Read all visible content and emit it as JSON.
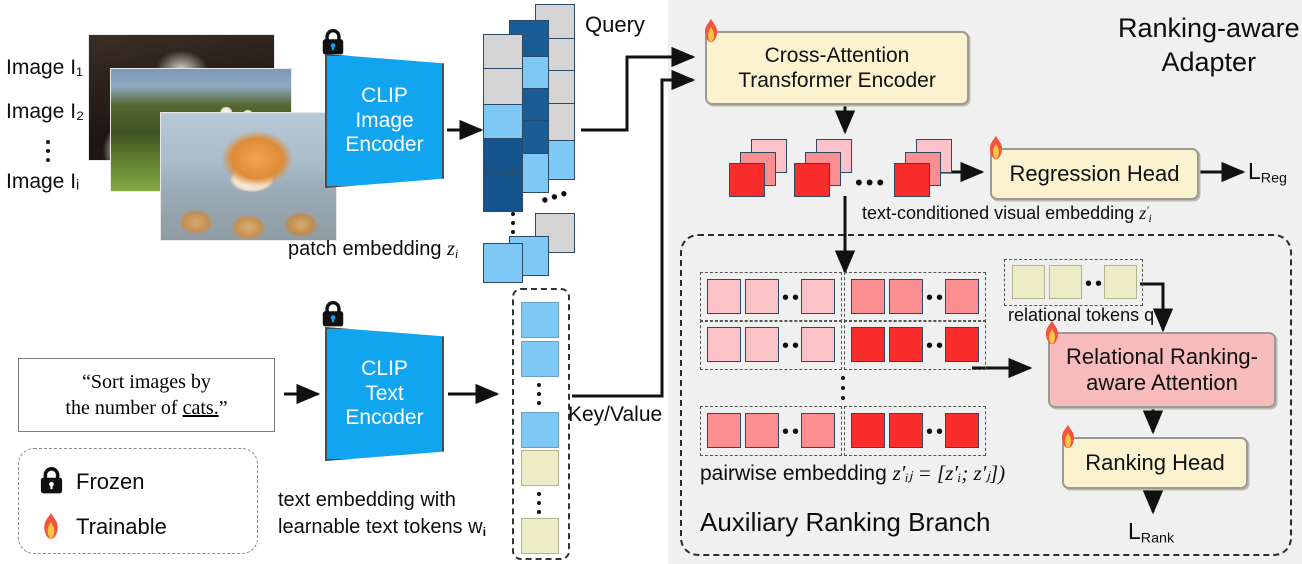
{
  "left_inputs": {
    "image_labels": [
      "Image I₁",
      "Image I₂",
      "Image Iᵢ"
    ],
    "vdots": "⋮"
  },
  "encoders": {
    "image_encoder": "CLIP\nImage\nEncoder",
    "image_encoder_lines": [
      "CLIP",
      "Image",
      "Encoder"
    ],
    "text_encoder_lines": [
      "CLIP",
      "Text",
      "Encoder"
    ]
  },
  "labels": {
    "patch_embedding": "patch embedding",
    "patch_embedding_sym": "z",
    "patch_embedding_sub": "i",
    "query": "Query",
    "key_value": "Key/Value",
    "text_embedding_line1": "text embedding with",
    "text_embedding_line2": "learnable text tokens w",
    "text_embedding_sub": "i",
    "text_cond_prefix": "text-conditioned visual embedding",
    "text_cond_sym": "z",
    "relational_tokens": "relational tokens q",
    "pairwise_prefix": "pairwise embedding",
    "pairwise_formula": "z′ᵢⱼ = [z′ᵢ; z′ⱼ])",
    "auxiliary_branch": "Auxiliary Ranking Branch",
    "adapter_title_line1": "Ranking-aware",
    "adapter_title_line2": "Adapter"
  },
  "prompt": {
    "line1": "“Sort images by",
    "line2_pre": "the number of ",
    "line2_underlined": "cats.",
    "line2_post": "”"
  },
  "blocks": {
    "cross_attention_line1": "Cross-Attention",
    "cross_attention_line2": "Transformer Encoder",
    "regression_head": "Regression Head",
    "relational_attention_line1": "Relational Ranking-",
    "relational_attention_line2": "aware Attention",
    "ranking_head": "Ranking Head"
  },
  "losses": {
    "reg": "L",
    "reg_sub": "Reg",
    "rank": "L",
    "rank_sub": "Rank"
  },
  "legend": {
    "frozen": "Frozen",
    "trainable": "Trainable",
    "frozen_icon": "lock-icon",
    "trainable_icon": "flame-icon"
  },
  "colors": {
    "encoder_blue": "#12a5ef",
    "adapter_bg": "#f0f0f0",
    "yellow_box": "#fbf2cf",
    "pink_box": "#f8bcbc",
    "token_grey": "#d4d4d4",
    "token_lightblue": "#7ec8f5",
    "token_darkblue": "#1a5c96",
    "token_midblue": "#2a6fa8",
    "token_yellowgreen": "#ecedc6",
    "token_pink_light": "#fbc3c8",
    "token_pink_mid": "#fa8e91",
    "token_red": "#fa2d2d",
    "token_red_soft": "#fb5050",
    "outline": "#2c4a66"
  },
  "patch_tokens": {
    "column_back": [
      "#d4d4d4",
      "#d4d4d4",
      "#d4d4d4",
      "#d4d4d4",
      "#7ec8f5",
      "#d4d4d4"
    ],
    "column_mid": [
      "#1a5c96",
      "#7ec8f5",
      "#1a5c96",
      "#1a5c96",
      "#7ec8f5",
      "#7ec8f5"
    ],
    "column_front": [
      "#d4d4d4",
      "#d4d4d4",
      "#7ec8f5",
      "#14538c",
      "#14538c",
      "#7ec8f5"
    ]
  },
  "text_tokens": [
    "#7ec8f5",
    "#7ec8f5",
    "#7ec8f5",
    "#ecedc6",
    "#ecedc6"
  ],
  "pairwise_rows": [
    {
      "left": "#fbc3c8",
      "right": "#fa8e91"
    },
    {
      "left": "#fbc3c8",
      "right": "#fa2d2d"
    },
    {
      "left": "#fa8e91",
      "right": "#fa2d2d"
    }
  ],
  "relational_token_color": "#ecedc6",
  "relational_token_count": 3
}
